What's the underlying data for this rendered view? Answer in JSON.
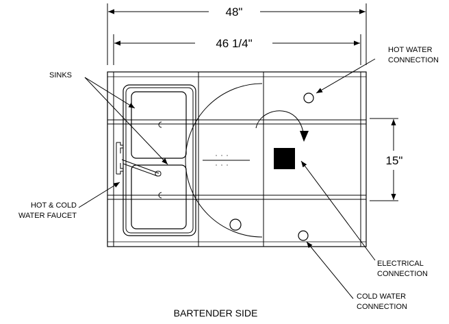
{
  "dimensions": {
    "overall_width": "48\"",
    "inner_width": "46 1/4\"",
    "depth": "15\""
  },
  "callouts": {
    "sinks": "SINKS",
    "faucet_line1": "HOT & COLD",
    "faucet_line2": "WATER FAUCET",
    "hot_water_line1": "HOT WATER",
    "hot_water_line2": "CONNECTION",
    "electrical_line1": "ELECTRICAL",
    "electrical_line2": "CONNECTION",
    "cold_water_line1": "COLD WATER",
    "cold_water_line2": "CONNECTION"
  },
  "footer_label": "BARTENDER SIDE"
}
